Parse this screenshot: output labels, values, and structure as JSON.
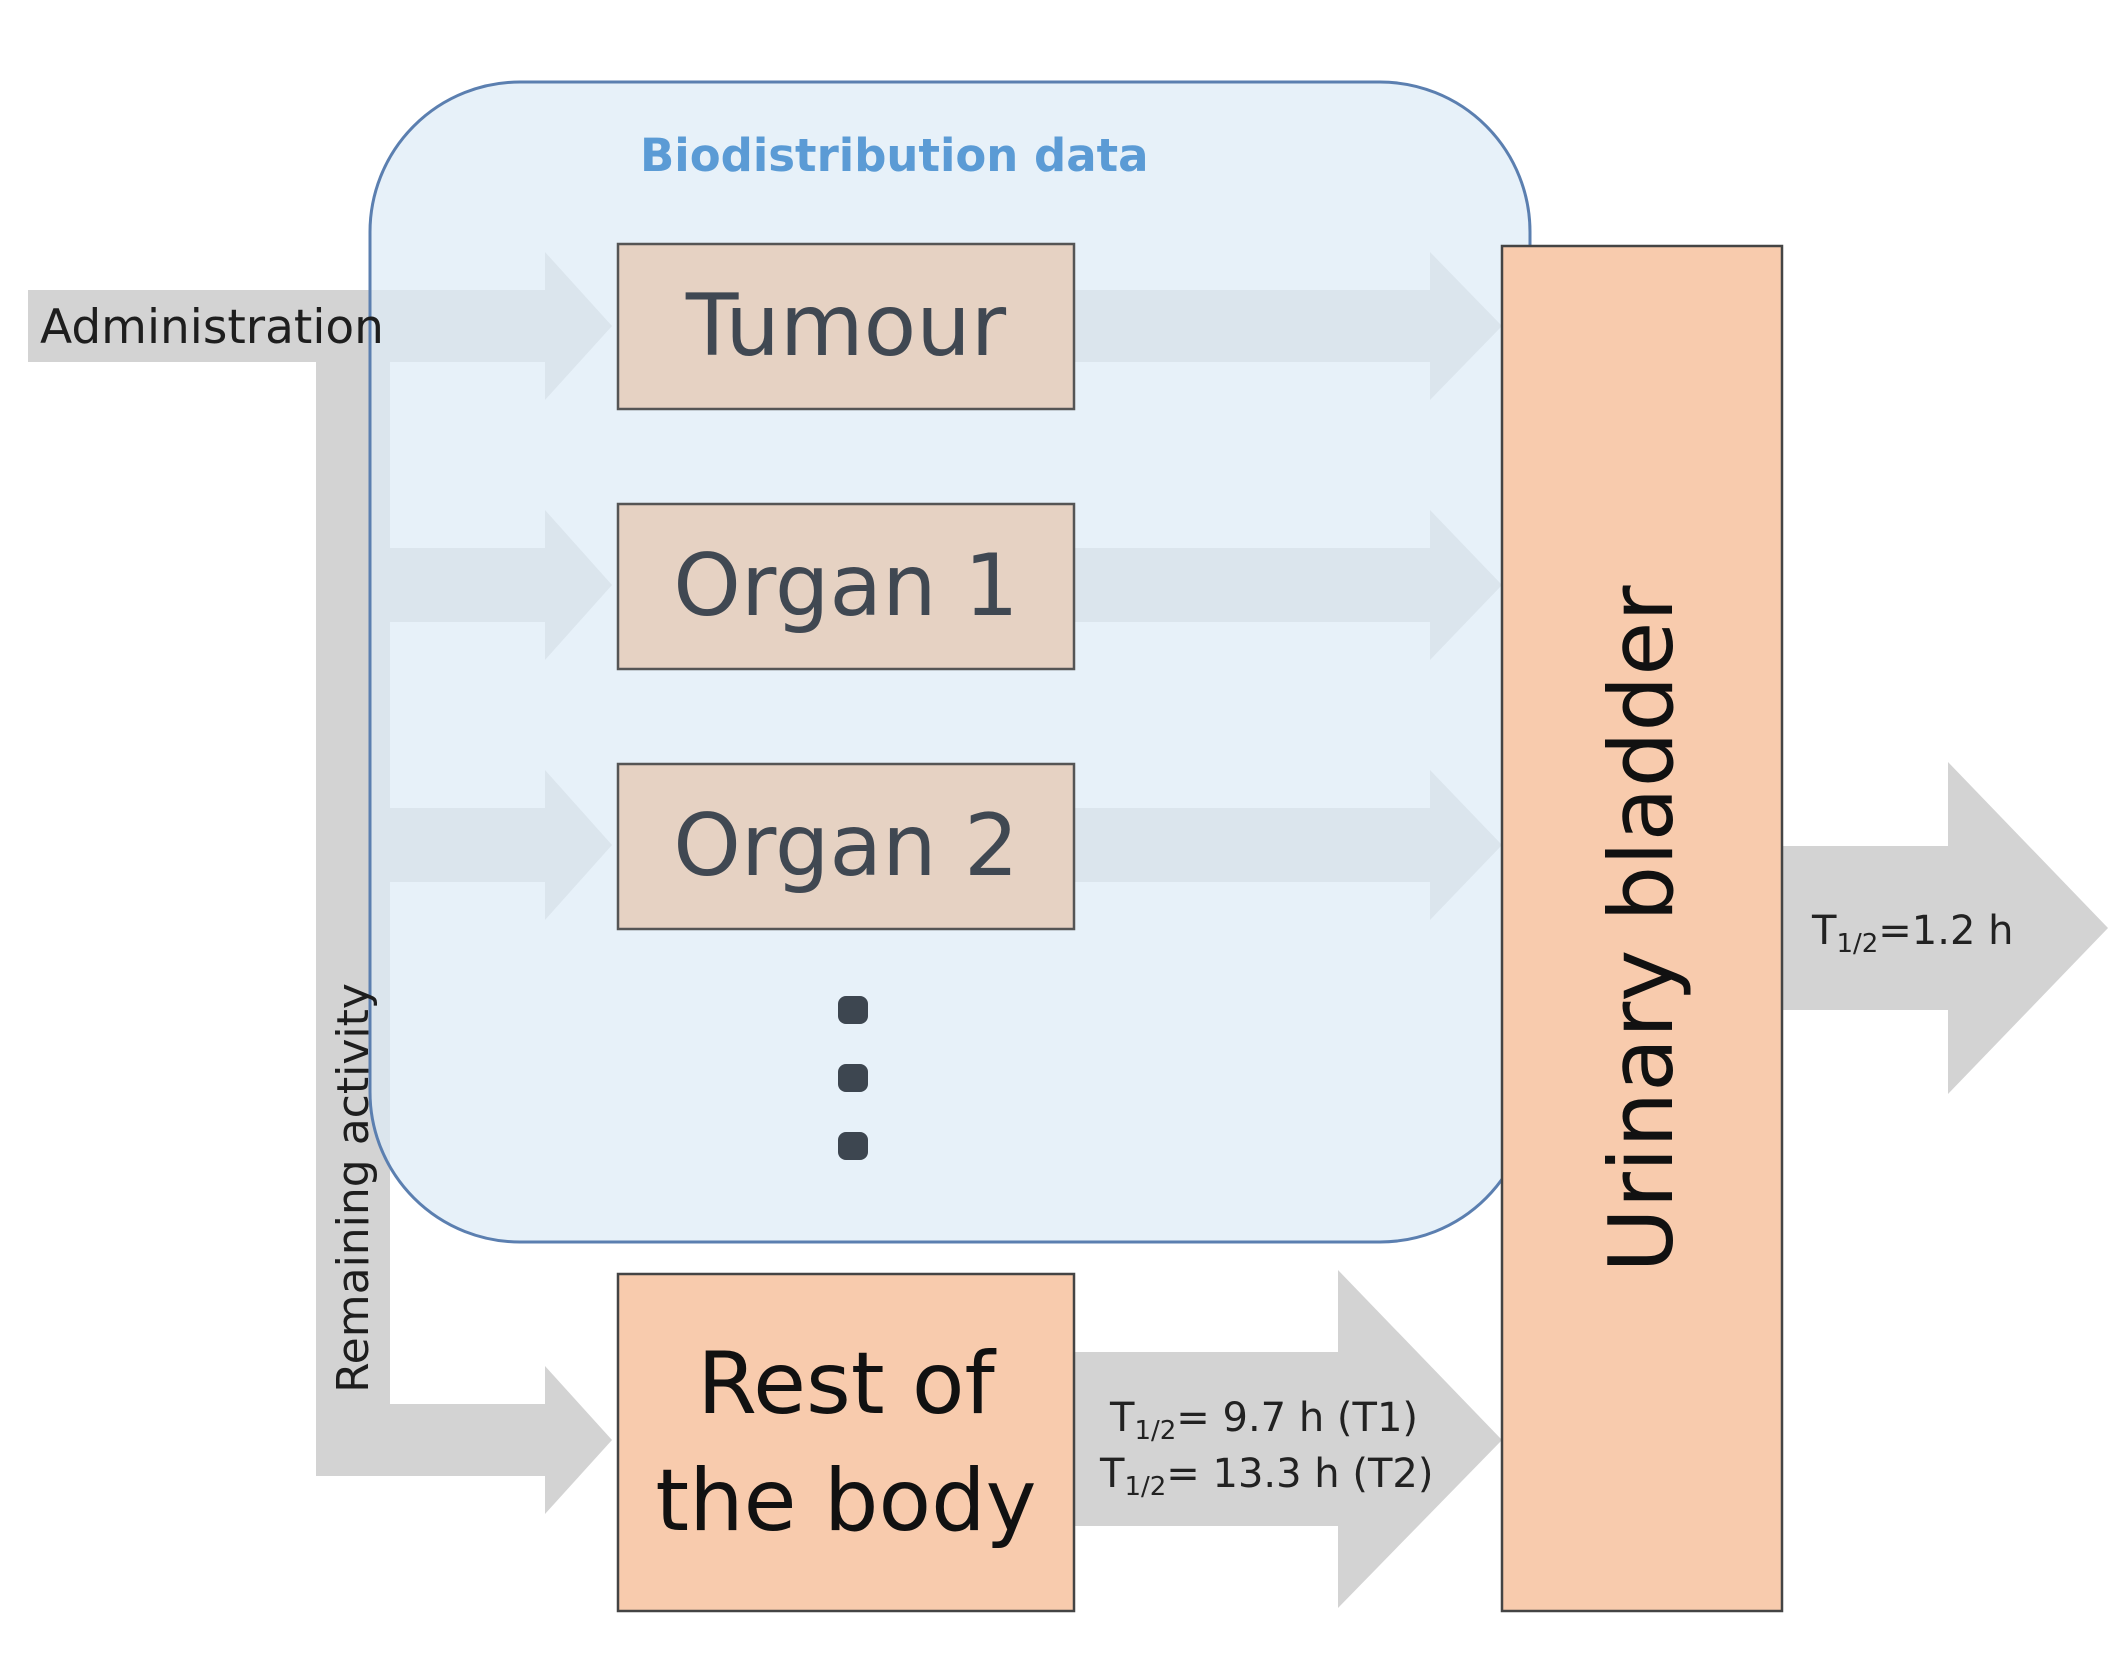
{
  "diagram": {
    "administration_label": "Administration",
    "biodistribution_label": "Biodistribution data",
    "remaining_activity_label": "Remaining activity",
    "boxes": {
      "tumour": "Tumour",
      "organ1": "Organ 1",
      "organ2": "Organ 2",
      "rest_line1": "Rest of",
      "rest_line2": "the body",
      "bladder": "Urinary bladder"
    },
    "half_lives": {
      "bladder": {
        "symbol": "T",
        "subscript": "1/2",
        "value": "=1.2 h"
      },
      "rest_t1": {
        "symbol": "T",
        "subscript": "1/2",
        "value": "= 9.7 h (T1)"
      },
      "rest_t2": {
        "symbol": "T",
        "subscript": "1/2",
        "value": "= 13.3 h (T2)"
      }
    },
    "colors": {
      "arrow_gray": "#d3d3d3",
      "organ_box_fill": "#e6d2c3",
      "peach_box_fill": "#f8cbad",
      "biodistribution_region_fill": "#deebf7",
      "biodistribution_region_stroke": "#5b7fb0",
      "biodistribution_title": "#5b9bd5",
      "ellipsis_dots": "#3d4650"
    }
  }
}
